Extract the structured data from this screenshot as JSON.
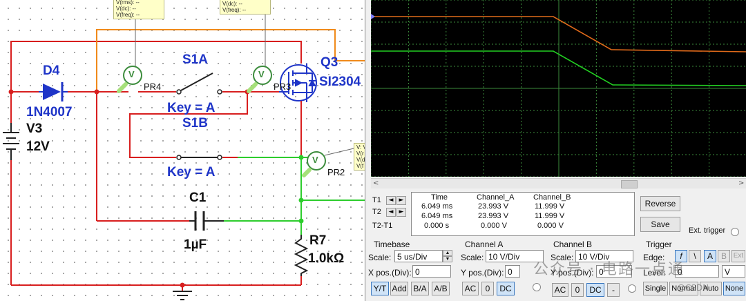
{
  "schematic": {
    "diode": {
      "ref": "D4",
      "part": "1N4007"
    },
    "source": {
      "ref": "V3",
      "value": "12V"
    },
    "switch_a": {
      "ref": "S1A",
      "key": "Key = A"
    },
    "switch_b": {
      "ref": "S1B",
      "key": "Key = A"
    },
    "mosfet": {
      "ref": "Q3",
      "part": "SI2304"
    },
    "capacitor": {
      "ref": "C1",
      "value": "1µF"
    },
    "resistor": {
      "ref": "R7",
      "value": "1.0kΩ"
    },
    "probes": [
      {
        "label": "PR4",
        "symbol": "V"
      },
      {
        "label": "PR3",
        "symbol": "V"
      },
      {
        "label": "PR2",
        "symbol": "V"
      }
    ],
    "tooltips": {
      "pr4": [
        "V(rms): --",
        "V(dc): --",
        "V(freq): --"
      ],
      "pr3": [
        "V(dc): --",
        "V(freq): --"
      ],
      "pr2": [
        "V: V(p",
        "V(r",
        "V(d",
        "V(f"
      ]
    }
  },
  "oscilloscope": {
    "traces": {
      "channel_a_color": "#e06a1a",
      "channel_b_color": "#22d022",
      "grid_color": "#3c8c3c"
    },
    "readout": {
      "headers": [
        "Time",
        "Channel_A",
        "Channel_B"
      ],
      "rows": [
        {
          "label": "T1",
          "time": "6.049 ms",
          "a": "23.993 V",
          "b": "11.999 V"
        },
        {
          "label": "T2",
          "time": "6.049 ms",
          "a": "23.993 V",
          "b": "11.999 V"
        },
        {
          "label": "T2-T1",
          "time": "0.000 s",
          "a": "0.000 V",
          "b": "0.000 V"
        }
      ],
      "reverse_label": "Reverse",
      "save_label": "Save",
      "ext_trigger_label": "Ext. trigger"
    },
    "timebase": {
      "title": "Timebase",
      "scale_label": "Scale:",
      "scale_value": "5 us/Div",
      "xpos_label": "X pos.(Div):",
      "xpos_value": "0",
      "buttons": [
        "Y/T",
        "Add",
        "B/A",
        "A/B"
      ],
      "selected": "Y/T"
    },
    "channel_a": {
      "title": "Channel A",
      "scale_label": "Scale:",
      "scale_value": "10  V/Div",
      "ypos_label": "Y pos.(Div):",
      "ypos_value": "0",
      "buttons": [
        "AC",
        "0",
        "DC"
      ],
      "selected": "DC"
    },
    "channel_b": {
      "title": "Channel B",
      "scale_label": "Scale:",
      "scale_value": "10  V/Div",
      "ypos_label": "Y pos.(Div):",
      "ypos_value": "0",
      "buttons": [
        "AC",
        "0",
        "DC",
        "-"
      ],
      "selected": "DC"
    },
    "trigger": {
      "title": "Trigger",
      "edge_label": "Edge:",
      "edge_buttons": [
        "f",
        "\\",
        "A",
        "B",
        "Ext"
      ],
      "level_label": "Level:",
      "level_value": "0",
      "level_unit": "V",
      "mode_buttons": [
        "Single",
        "Normal",
        "Auto",
        "None"
      ]
    }
  },
  "watermark": {
    "text": "公众号 · 电路一点通",
    "sub": "@CSDN"
  }
}
